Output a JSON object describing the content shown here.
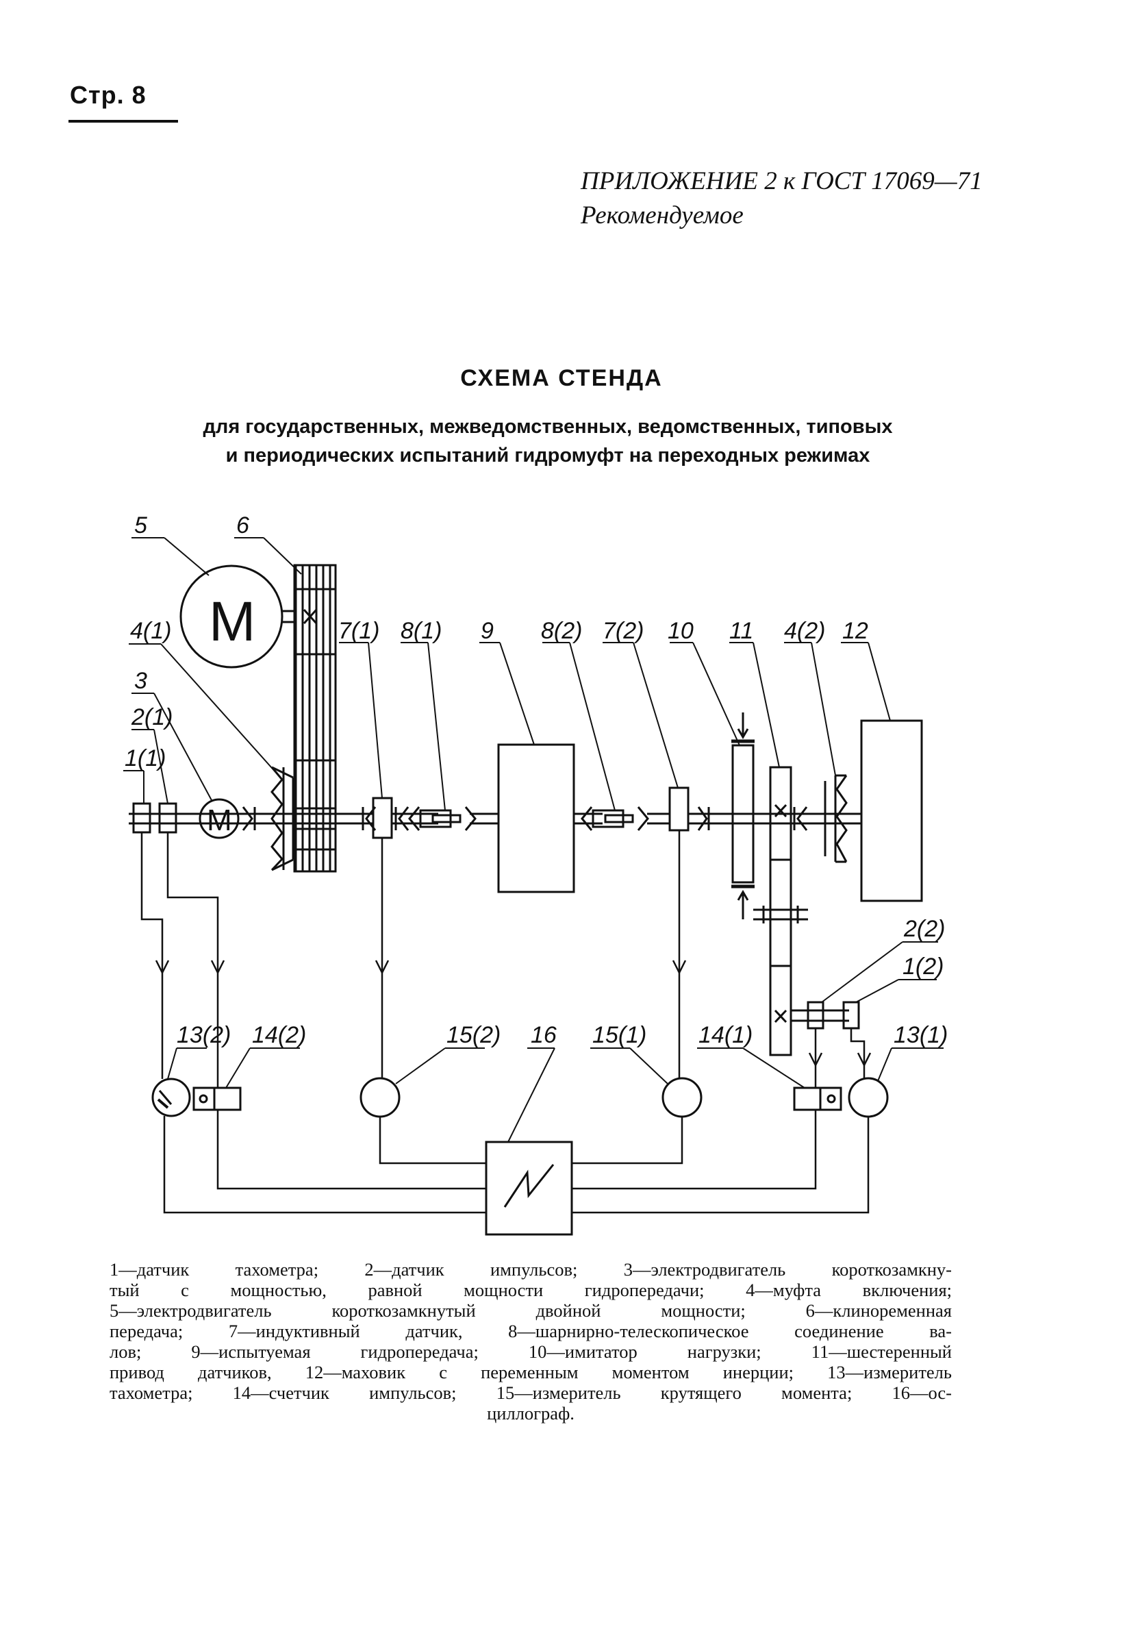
{
  "page": {
    "number": "Стр. 8"
  },
  "appendix": {
    "line1": "ПРИЛОЖЕНИЕ 2 к ГОСТ 17069—71",
    "line2": "Рекомендуемое"
  },
  "title": "СХЕМА СТЕНДА",
  "subtitle": {
    "line1": "для государственных, межведомственных, ведомственных, типовых",
    "line2": "и периодических испытаний гидромуфт на переходных режимах"
  },
  "diagram": {
    "labels": {
      "l5": "5",
      "l6": "6",
      "l4_1": "4(1)",
      "l3": "3",
      "l2_1": "2(1)",
      "l1_1": "1(1)",
      "l7_1": "7(1)",
      "l8_1": "8(1)",
      "l9": "9",
      "l8_2": "8(2)",
      "l7_2": "7(2)",
      "l10": "10",
      "l11": "11",
      "l4_2": "4(2)",
      "l12": "12",
      "l2_2": "2(2)",
      "l1_2": "1(2)",
      "l13_2": "13(2)",
      "l14_2": "14(2)",
      "l15_2": "15(2)",
      "l16": "16",
      "l15_1": "15(1)",
      "l14_1": "14(1)",
      "l13_1": "13(1)"
    },
    "motor_symbol": "M"
  },
  "legend": {
    "lines": [
      "1—датчик тахометра; 2—датчик импульсов; 3—электродвигатель короткозамкну-",
      "тый с мощностью, равной мощности гидропередачи; 4—муфта включения;",
      "5—электродвигатель короткозамкнутый двойной мощности; 6—клиноременная",
      "передача; 7—индуктивный датчик, 8—шарнирно-телескопическое соединение ва-",
      "лов; 9—испытуемая гидропередача; 10—имитатор нагрузки; 11—шестеренный",
      "привод датчиков, 12—маховик с переменным моментом инерции; 13—измеритель",
      "тахометра; 14—счетчик импульсов; 15—измеритель крутящего момента; 16—ос-",
      "циллограф."
    ]
  }
}
